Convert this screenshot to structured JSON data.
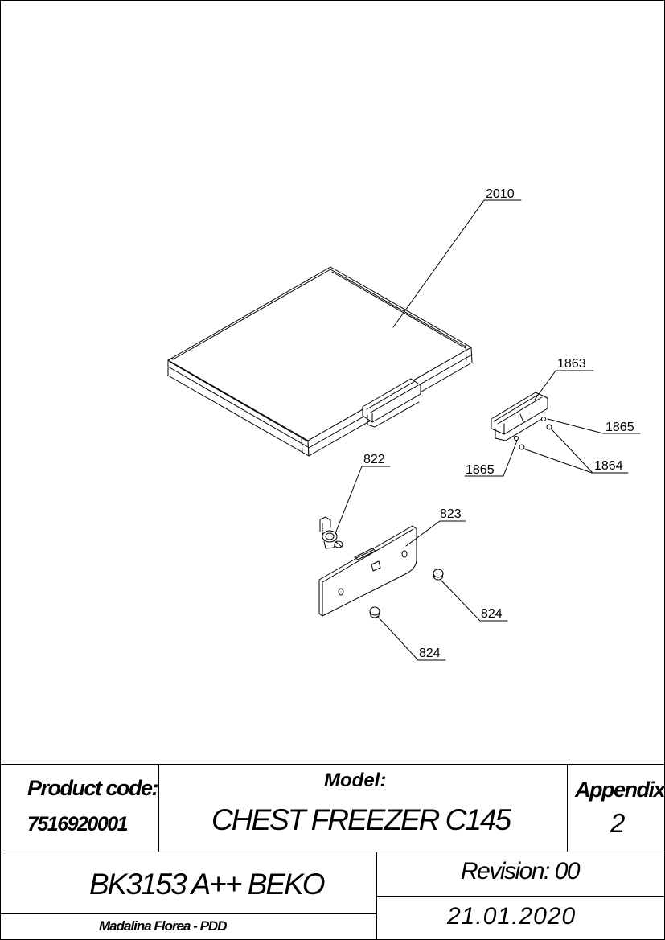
{
  "parts": {
    "lid": "2010",
    "handle": "1863",
    "screw_right": "1865",
    "screw_left": "1865",
    "washer": "1864",
    "lock": "822",
    "lock_plate": "823",
    "plug_right": "824",
    "plug_lower": "824"
  },
  "title_block": {
    "product_code_label": "Product code:",
    "product_code": "7516920001",
    "model_label": "Model:",
    "model": "CHEST FREEZER C145",
    "appendix_label": "Appendix:",
    "appendix": "2",
    "variant": "BK3153 A++ BEKO",
    "revision": "Revision: 00",
    "author": "Madalina Florea - PDD",
    "date": "21.01.2020"
  }
}
